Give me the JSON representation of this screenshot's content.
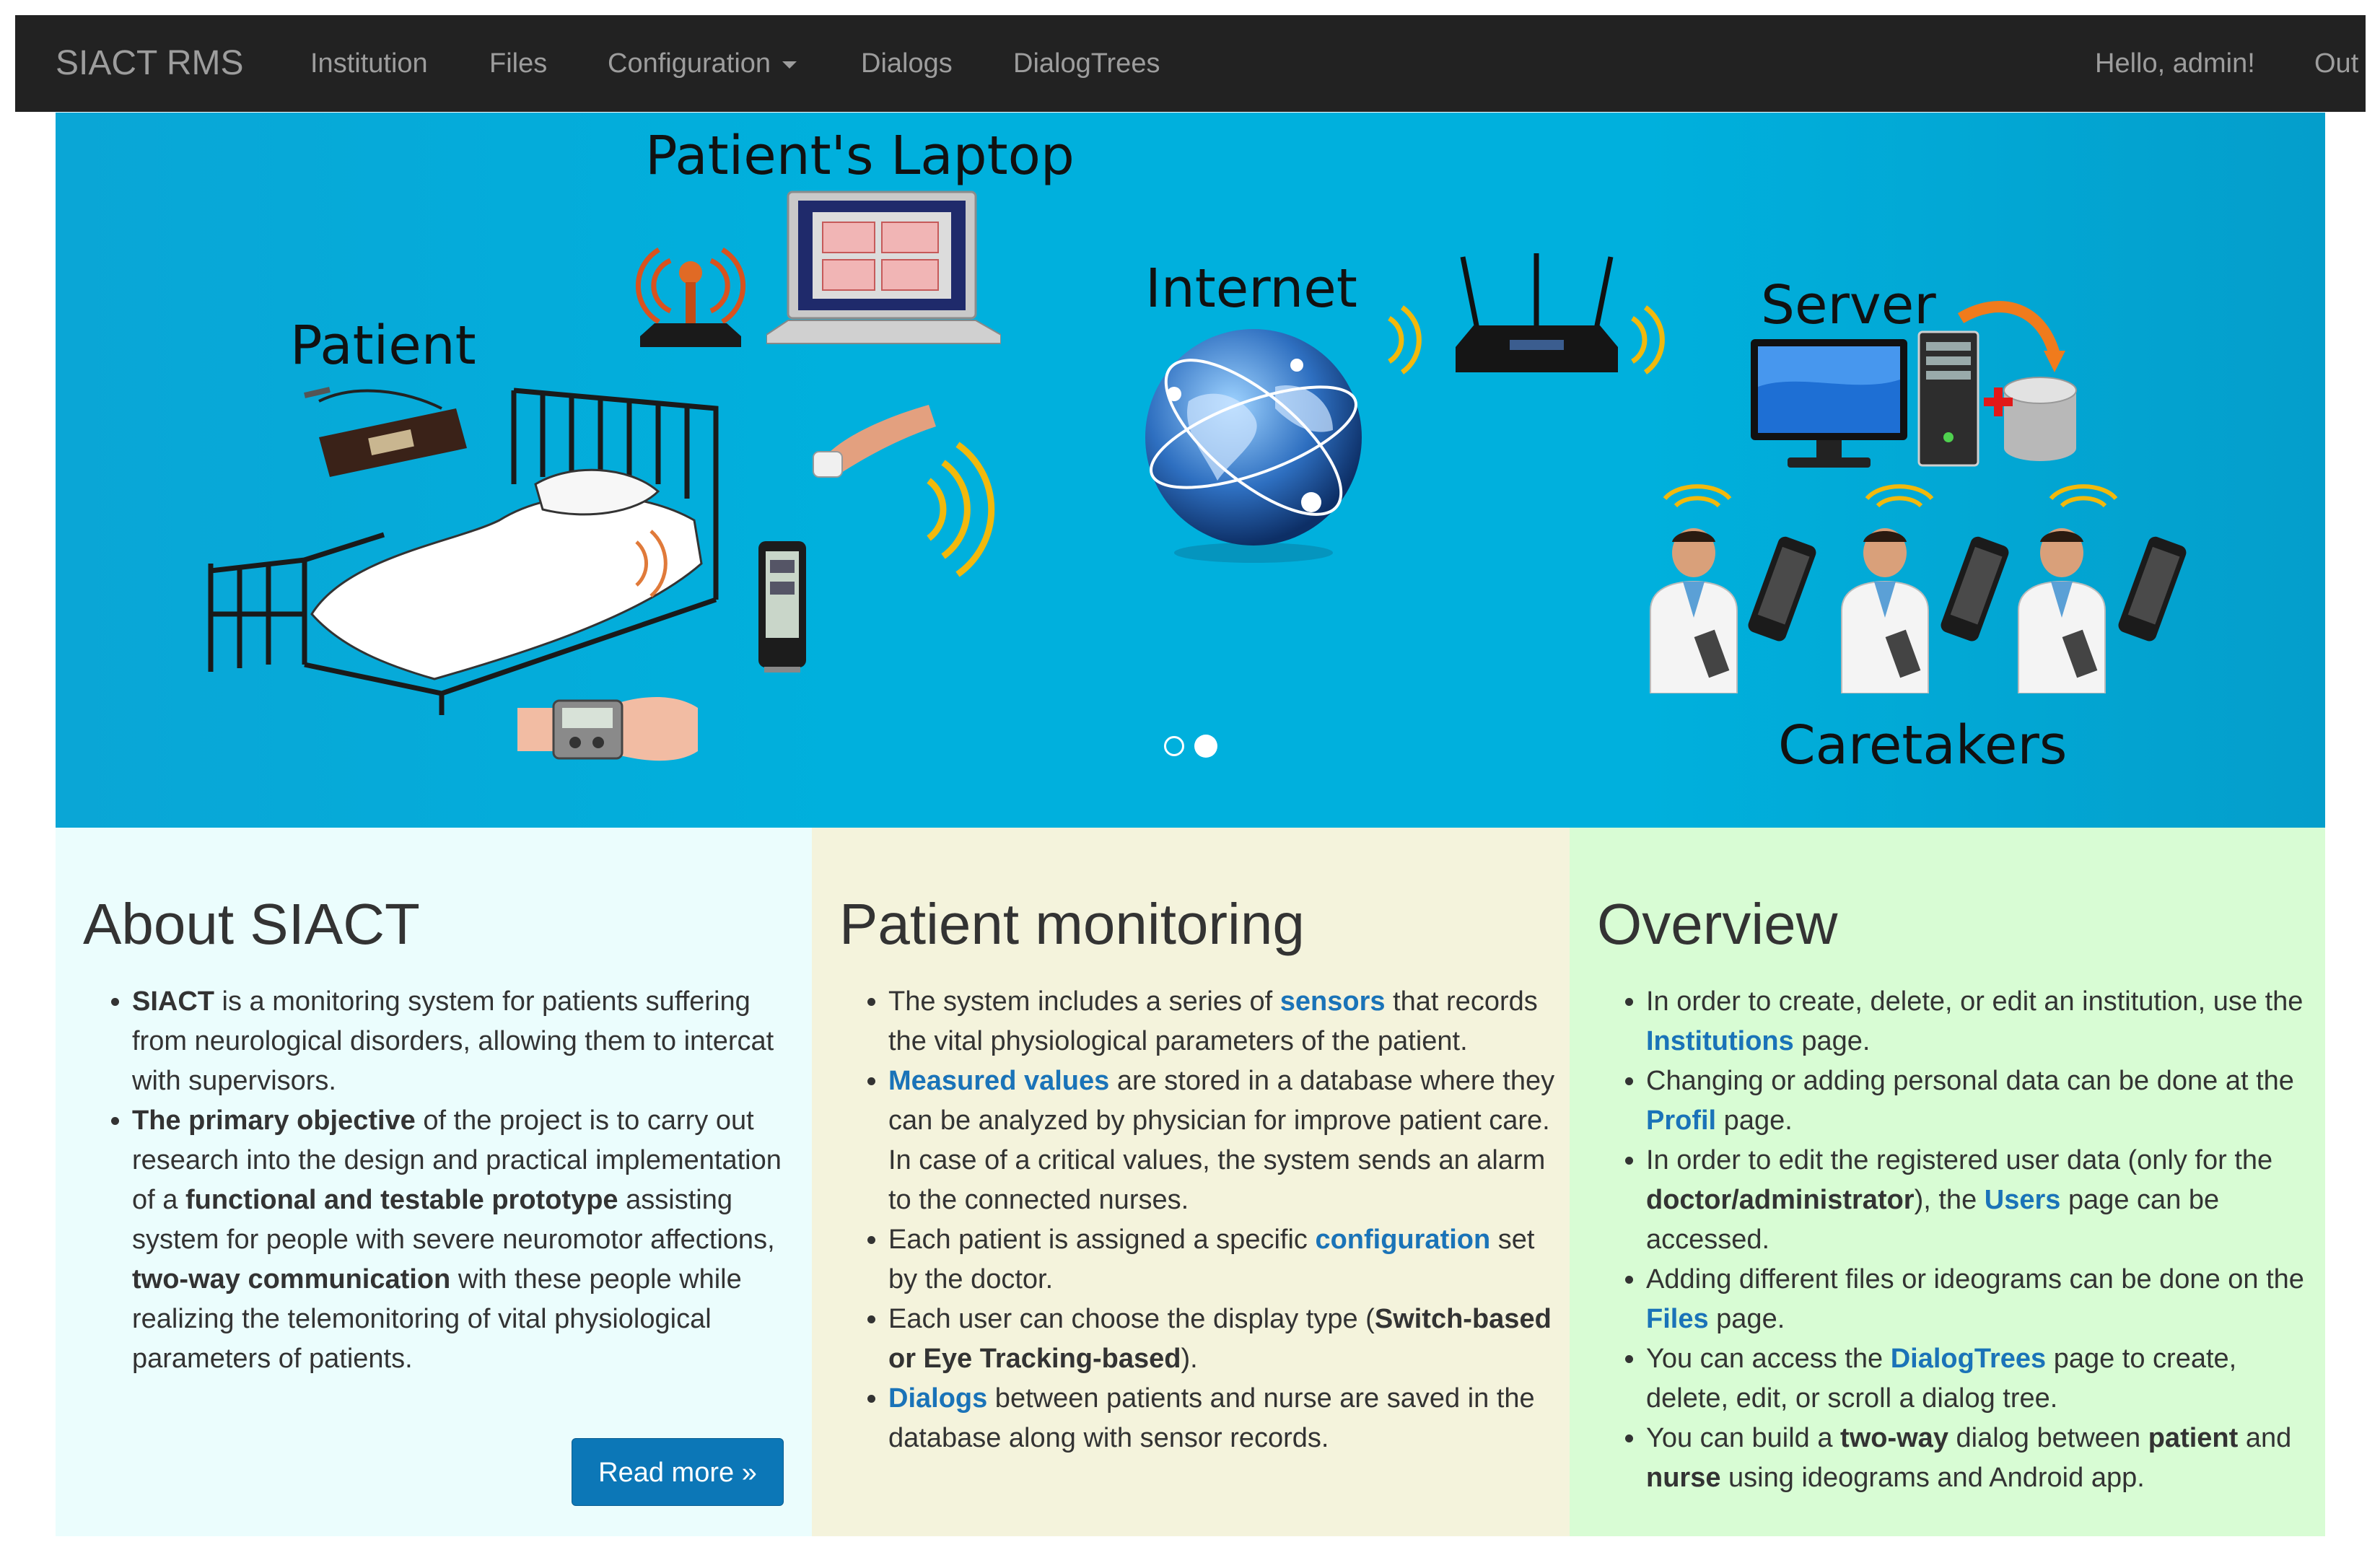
{
  "navbar": {
    "brand": "SIACT RMS",
    "items": [
      "Institution",
      "Files",
      "Configuration",
      "Dialogs",
      "DialogTrees"
    ],
    "greeting": "Hello, admin!",
    "logout": "Out"
  },
  "carousel": {
    "captions": {
      "laptop": "Patient's Laptop",
      "patient": "Patient",
      "internet": "Internet",
      "server": "Server",
      "caretakers": "Caretakers"
    },
    "slides": 2,
    "active_slide": 2
  },
  "panels": [
    {
      "title": "About SIACT",
      "bullets": [
        [
          {
            "t": "SIACT",
            "s": "b"
          },
          {
            "t": " is a monitoring system for patients suffering from neurological disorders, allowing them to intercat with supervisors."
          }
        ],
        [
          {
            "t": "The primary objective",
            "s": "b"
          },
          {
            "t": " of the project is to carry out research into the design and practical implementation of a "
          },
          {
            "t": "functional and testable prototype",
            "s": "b"
          },
          {
            "t": " assisting system for people with severe neuromotor affections, "
          },
          {
            "t": "two-way communication",
            "s": "b"
          },
          {
            "t": " with these people while realizing the telemonitoring of vital physiological parameters of patients."
          }
        ]
      ],
      "button": "Read more »"
    },
    {
      "title": "Patient monitoring",
      "bullets": [
        [
          {
            "t": "The system includes a series of "
          },
          {
            "t": "sensors",
            "s": "a"
          },
          {
            "t": " that records the vital physiological parameters of the patient."
          }
        ],
        [
          {
            "t": "Measured values",
            "s": "a"
          },
          {
            "t": " are stored in a database where they can be analyzed by physician for improve patient care. In case of a critical values, the system sends an alarm to the connected nurses."
          }
        ],
        [
          {
            "t": "Each patient is assigned a specific "
          },
          {
            "t": "configuration",
            "s": "a"
          },
          {
            "t": " set by the doctor."
          }
        ],
        [
          {
            "t": "Each user can choose the display type ("
          },
          {
            "t": "Switch-based or Eye Tracking-based",
            "s": "b"
          },
          {
            "t": ")."
          }
        ],
        [
          {
            "t": "Dialogs",
            "s": "a"
          },
          {
            "t": " between patients and nurse are saved in the database along with sensor records."
          }
        ]
      ]
    },
    {
      "title": "Overview",
      "bullets": [
        [
          {
            "t": "In order to create, delete, or edit an institution, use the "
          },
          {
            "t": "Institutions",
            "s": "a"
          },
          {
            "t": " page."
          }
        ],
        [
          {
            "t": "Changing or adding personal data can be done at the "
          },
          {
            "t": "Profil",
            "s": "a"
          },
          {
            "t": " page."
          }
        ],
        [
          {
            "t": "In order to edit the registered user data (only for the "
          },
          {
            "t": "doctor/administrator",
            "s": "b"
          },
          {
            "t": "), the "
          },
          {
            "t": "Users",
            "s": "a"
          },
          {
            "t": " page can be accessed."
          }
        ],
        [
          {
            "t": "Adding different files or ideograms can be done on the "
          },
          {
            "t": "Files",
            "s": "a"
          },
          {
            "t": " page."
          }
        ],
        [
          {
            "t": "You can access the "
          },
          {
            "t": "DialogTrees",
            "s": "a"
          },
          {
            "t": " page to create, delete, edit, or scroll a dialog tree."
          }
        ],
        [
          {
            "t": "You can build a "
          },
          {
            "t": "two-way",
            "s": "b"
          },
          {
            "t": " dialog between "
          },
          {
            "t": "patient",
            "s": "b"
          },
          {
            "t": " and "
          },
          {
            "t": "nurse",
            "s": "b"
          },
          {
            "t": " using ideograms and Android app."
          }
        ]
      ]
    }
  ],
  "colors": {
    "navbar_bg": "#222222",
    "navbar_text": "#9d9d9d",
    "carousel_bg": "#00b0dd",
    "panel_about_bg": "#ebfdfd",
    "panel_monitoring_bg": "#f4f3dc",
    "panel_overview_bg": "#d8fcd4",
    "link": "#1a73b8",
    "button_bg": "#0c77b7"
  },
  "icons": [
    "router-icon",
    "laptop-icon",
    "bed-icon",
    "sensor-belt-icon",
    "pulse-oximeter-icon",
    "thermometer-icon",
    "wrist-monitor-icon",
    "wireless-signal-icon",
    "globe-icon",
    "wifi-router-icon",
    "monitor-icon",
    "server-tower-icon",
    "database-icon",
    "doctor-icon",
    "smartphone-icon"
  ]
}
